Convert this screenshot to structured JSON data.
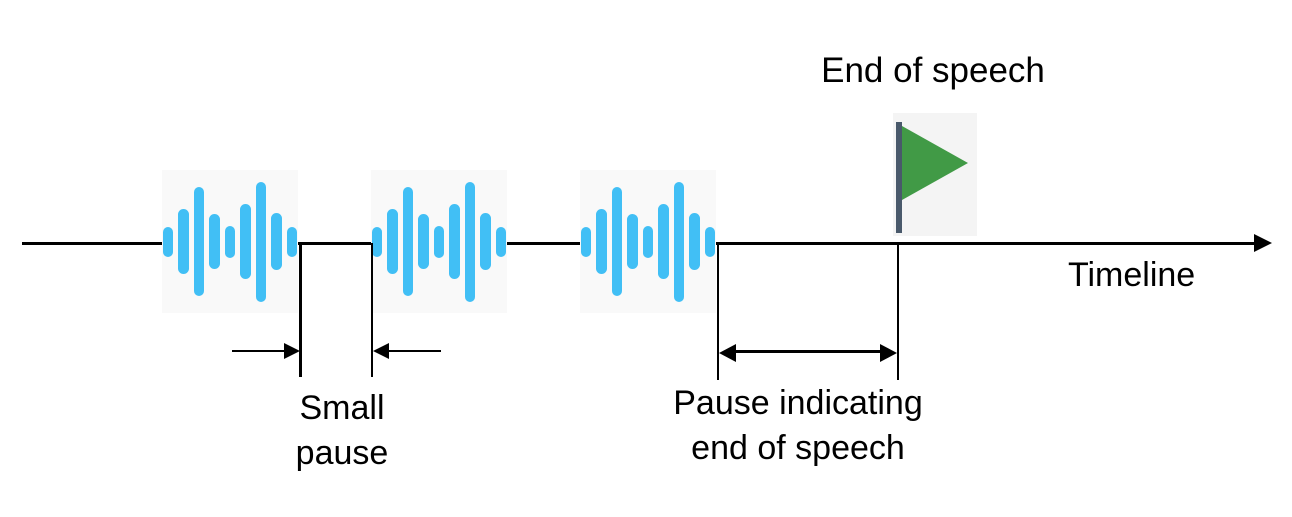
{
  "diagram": {
    "labels": {
      "end_of_speech": "End of speech",
      "timeline": "Timeline",
      "small_pause": [
        "Small",
        "pause"
      ],
      "long_pause": [
        "Pause indicating",
        "end of speech"
      ]
    },
    "waveform": {
      "bar_heights": [
        30,
        65,
        109,
        55,
        32,
        75,
        120,
        57,
        30
      ],
      "segment_count": 3
    },
    "colors": {
      "waveform_blue": "#41BFF5",
      "flag_green": "#419A46",
      "flag_pole": "#49596B",
      "line_black": "#000000",
      "waveform_bg": "#F9F9F9",
      "flag_bg": "#F4F4F4"
    }
  }
}
